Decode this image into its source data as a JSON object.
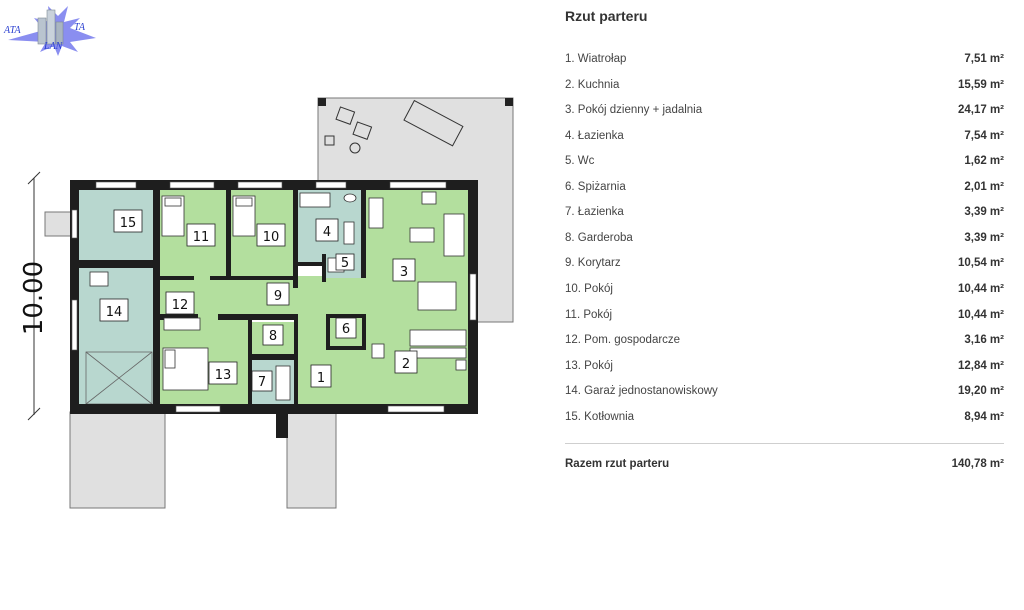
{
  "logo": {
    "text_left": "ATA",
    "text_right": "TA",
    "text_bottom": "LAN"
  },
  "plan": {
    "dimension_label": "10.00",
    "room_labels": [
      "1",
      "2",
      "3",
      "4",
      "5",
      "6",
      "7",
      "8",
      "9",
      "10",
      "11",
      "12",
      "13",
      "14",
      "15"
    ]
  },
  "panel": {
    "title": "Rzut parteru",
    "rooms": [
      {
        "name": "1. Wiatrołap",
        "area": "7,51 m²"
      },
      {
        "name": "2. Kuchnia",
        "area": "15,59 m²"
      },
      {
        "name": "3. Pokój dzienny + jadalnia",
        "area": "24,17 m²"
      },
      {
        "name": "4. Łazienka",
        "area": "7,54 m²"
      },
      {
        "name": "5. Wc",
        "area": "1,62 m²"
      },
      {
        "name": "6. Spiżarnia",
        "area": "2,01 m²"
      },
      {
        "name": "7. Łazienka",
        "area": "3,39 m²"
      },
      {
        "name": "8. Garderoba",
        "area": "3,39 m²"
      },
      {
        "name": "9. Korytarz",
        "area": "10,54 m²"
      },
      {
        "name": "10. Pokój",
        "area": "10,44 m²"
      },
      {
        "name": "11. Pokój",
        "area": "10,44 m²"
      },
      {
        "name": "12. Pom. gospodarcze",
        "area": "3,16 m²"
      },
      {
        "name": "13. Pokój",
        "area": "12,84 m²"
      },
      {
        "name": "14. Garaż jednostanowiskowy",
        "area": "19,20 m²"
      },
      {
        "name": "15. Kotłownia",
        "area": "8,94 m²"
      }
    ],
    "total": {
      "name": "Razem rzut parteru",
      "area": "140,78 m²"
    }
  }
}
